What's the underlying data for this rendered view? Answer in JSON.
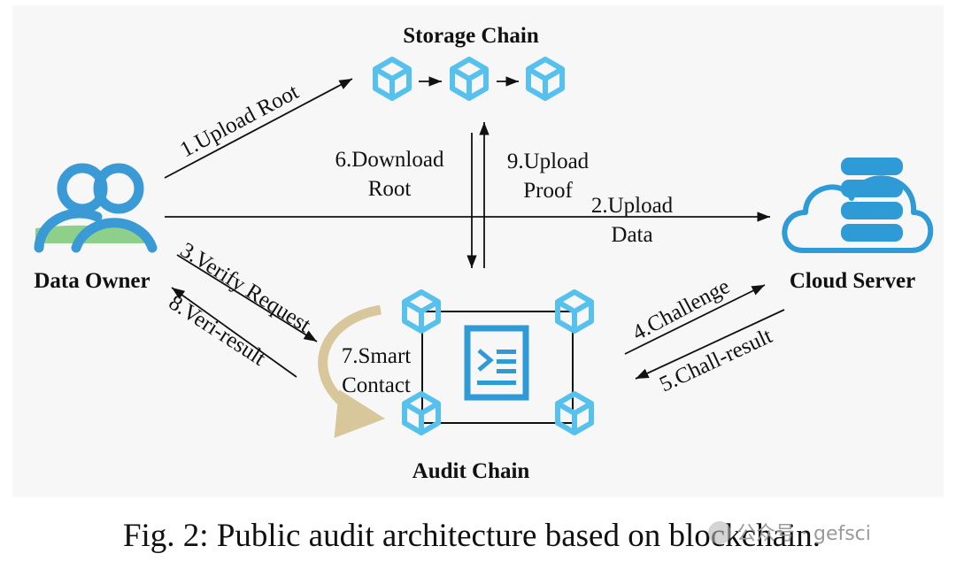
{
  "title": "Storage Chain",
  "nodes": {
    "data_owner": "Data Owner",
    "cloud_server": "Cloud Server",
    "audit_chain": "Audit Chain"
  },
  "steps": {
    "s1": "1.Upload Root",
    "s2a": "2.Upload",
    "s2b": "Data",
    "s3": "3.Verify Request",
    "s4": "4.Challenge",
    "s5": "5.Chall-result",
    "s6a": "6.Download",
    "s6b": "Root",
    "s7a": "7.Smart",
    "s7b": "Contact",
    "s8": "8.Veri-result",
    "s9a": "9.Upload",
    "s9b": "Proof"
  },
  "caption": "Fig. 2: Public audit architecture based on blockchain.",
  "watermark": "公众号 · gefsci",
  "colors": {
    "cube": "#56c1ec",
    "owner_icon": "#3a9ad6",
    "owner_ground": "#8ed08a",
    "server": "#2e9ad6",
    "smart_arrow": "#d8c79a"
  },
  "icons": {
    "owner": "users-icon",
    "server": "cloud-database-icon",
    "contract": "smart-contract-document-icon",
    "block": "block-cube-icon"
  }
}
